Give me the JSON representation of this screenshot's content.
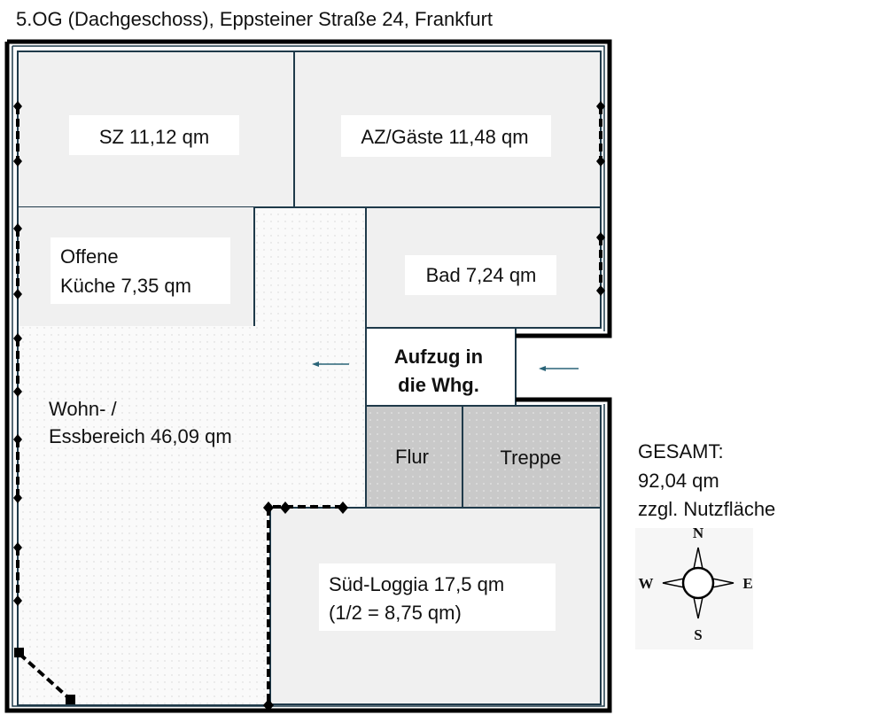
{
  "title": "5.OG (Dachgeschoss), Eppsteiner Straße 24, Frankfurt",
  "rooms": {
    "sz": "SZ 11,12 qm",
    "az": "AZ/Gäste 11,48 qm",
    "kueche_line1": "Offene",
    "kueche_line2": "Küche 7,35 qm",
    "bad": "Bad 7,24 qm",
    "aufzug_line1": "Aufzug in",
    "aufzug_line2": "die Whg.",
    "wohn_line1": "Wohn- /",
    "wohn_line2": "Essbereich  46,09 qm",
    "flur": "Flur",
    "treppe": "Treppe",
    "loggia_line1": "Süd-Loggia  17,5 qm",
    "loggia_line2": "(1/2 = 8,75 qm)"
  },
  "summary": {
    "line1": "GESAMT:",
    "line2": "92,04 qm",
    "line3": "zzgl. Nutzfläche"
  },
  "compass": {
    "n": "N",
    "e": "E",
    "s": "S",
    "w": "W"
  },
  "colors": {
    "wall": "#000000",
    "line": "#1f3a4a",
    "room": "#f0f0f0",
    "grey": "#c9c9c9",
    "arrow": "#2a6478"
  }
}
